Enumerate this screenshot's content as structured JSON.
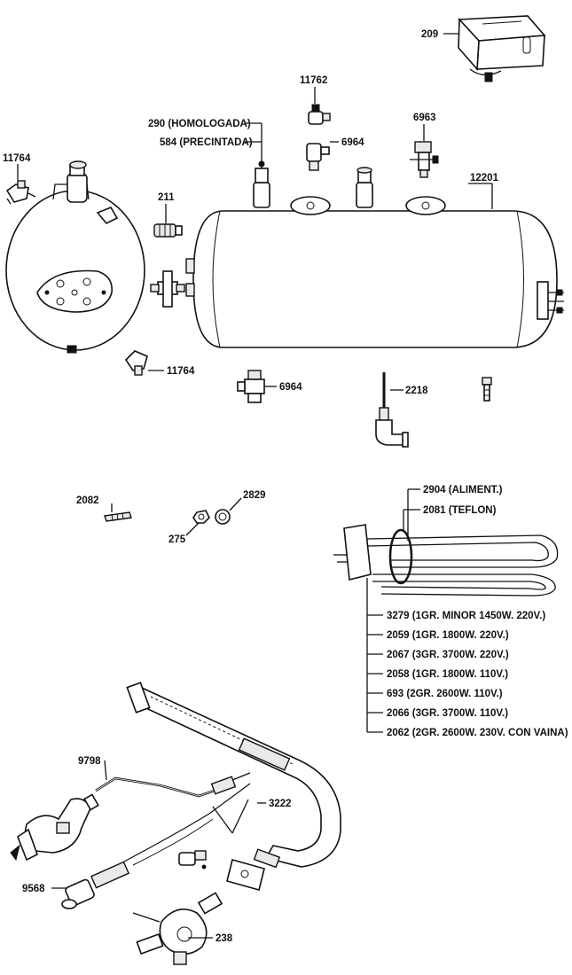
{
  "labels": {
    "p209": "209",
    "p11762": "11762",
    "p290": "290 (HOMOLOGADA)",
    "p584": "584 (PRECINTADA)",
    "p6964a": "6964",
    "p6963": "6963",
    "p11764a": "11764",
    "p211": "211",
    "p12201": "12201",
    "p11764b": "11764",
    "p6964b": "6964",
    "p2218": "2218",
    "p2082": "2082",
    "p2829": "2829",
    "p275": "275",
    "p2904": "2904 (ALIMENT.)",
    "p2081": "2081 (TEFLON)",
    "p3279": "3279 (1GR. MINOR 1450W. 220V.)",
    "p2059": "2059 (1GR. 1800W. 220V.)",
    "p2067": "2067 (3GR. 3700W. 220V.)",
    "p2058": "2058 (1GR. 1800W. 110V.)",
    "p693": "693 (2GR. 2600W. 110V.)",
    "p2066": "2066 (3GR. 3700W. 110V.)",
    "p2062": "2062 (2GR. 2600W. 230V. CON VAINA)",
    "p9798": "9798",
    "p3222": "3222",
    "p9568": "9568",
    "p238": "238"
  }
}
